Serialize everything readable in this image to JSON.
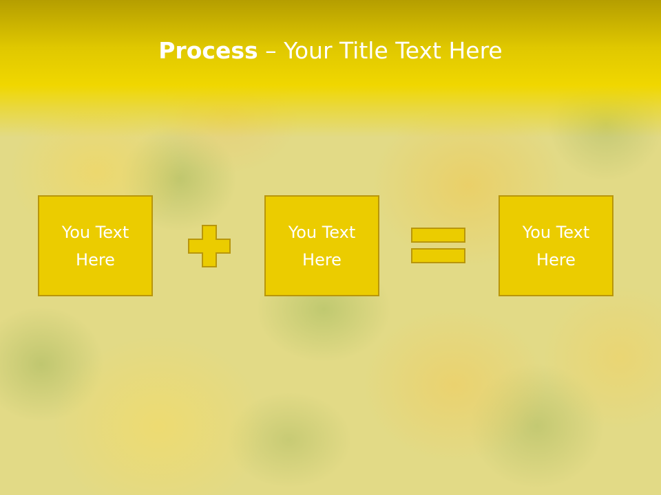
{
  "title": {
    "bold": "Process",
    "dash": " – ",
    "rest": "Your Title Text Here"
  },
  "boxes": [
    {
      "text": "You Text Here"
    },
    {
      "text": "You Text Here"
    },
    {
      "text": "You Text Here"
    }
  ],
  "colors": {
    "header": "#f0d700",
    "box_fill": "#ebcc00",
    "box_border": "#b8960b",
    "text": "#ffffff"
  },
  "icons": [
    "plus-icon",
    "equals-icon"
  ]
}
